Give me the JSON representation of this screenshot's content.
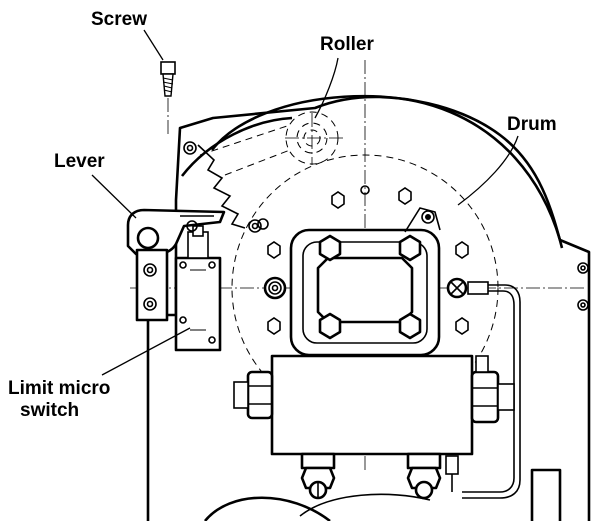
{
  "labels": {
    "screw": "Screw",
    "roller": "Roller",
    "drum": "Drum",
    "lever": "Lever",
    "limit_line1": "Limit micro",
    "limit_line2": "switch"
  },
  "colors": {
    "ink": "#000000",
    "paper": "#ffffff"
  }
}
